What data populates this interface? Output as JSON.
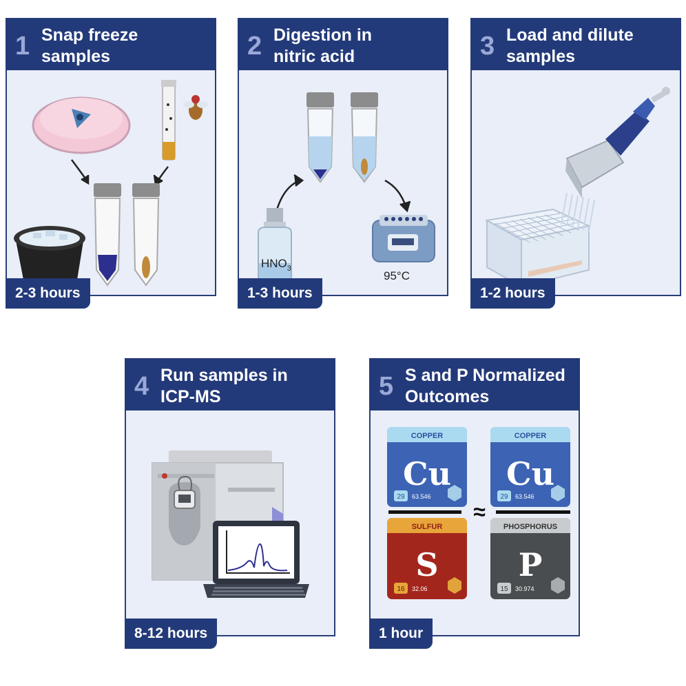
{
  "steps": [
    {
      "number": "1",
      "title": "Snap freeze\nsamples",
      "duration": "2-3 hours"
    },
    {
      "number": "2",
      "title": "Digestion in\nnitric acid",
      "duration": "1-3 hours",
      "reagent": "HNO",
      "reagent_sub": "3",
      "temperature": "95°C"
    },
    {
      "number": "3",
      "title": "Load and dilute\nsamples",
      "duration": "1-2 hours"
    },
    {
      "number": "4",
      "title": "Run samples in\nICP-MS",
      "duration": "8-12 hours"
    },
    {
      "number": "5",
      "title": "S and P Normalized\nOutcomes",
      "duration": "1 hour",
      "approx_symbol": "≈",
      "elements": [
        {
          "name": "COPPER",
          "symbol": "Cu",
          "atomic_number": "29",
          "mass": "63.546",
          "theme": "blue"
        },
        {
          "name": "COPPER",
          "symbol": "Cu",
          "atomic_number": "29",
          "mass": "63.546",
          "theme": "blue"
        },
        {
          "name": "SULFUR",
          "symbol": "S",
          "atomic_number": "16",
          "mass": "32.06",
          "theme": "red"
        },
        {
          "name": "PHOSPHORUS",
          "symbol": "P",
          "atomic_number": "15",
          "mass": "30.974",
          "theme": "gray"
        }
      ]
    }
  ],
  "colors": {
    "header": "#233a7a",
    "panel_bg": "#e9eef8",
    "number": "#9aa8d8"
  }
}
